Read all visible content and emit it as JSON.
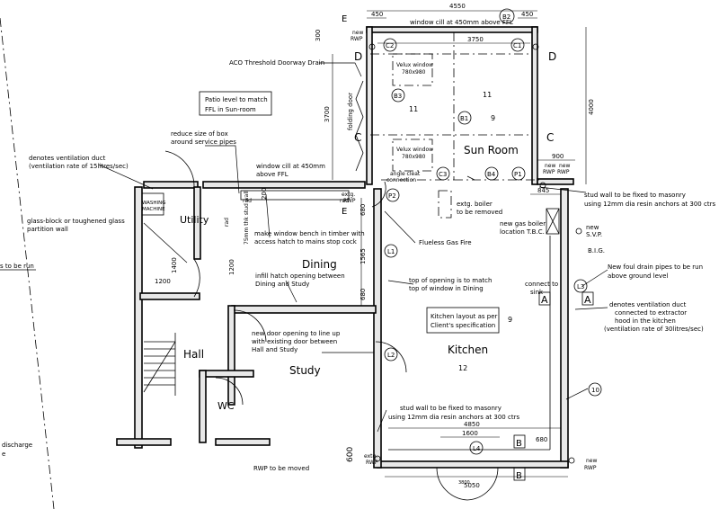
{
  "rooms": {
    "sun_room": "Sun Room",
    "utility": "Utility",
    "dining": "Dining",
    "hall": "Hall",
    "study": "Study",
    "wc": "WC",
    "kitchen": "Kitchen"
  },
  "notes": {
    "window_cill_top": "window cill at 450mm above FFL",
    "aco_drain": "ACO Threshold Doorway Drain",
    "patio_level_1": "Patio level to match",
    "patio_level_2": "FFL in Sun-room",
    "reduce_box_1": "reduce size of box",
    "reduce_box_2": "around service pipes",
    "vent_duct_1": "denotes ventilation duct",
    "vent_duct_2": "(ventilation rate of 15litres/sec)",
    "window_cill_left_1": "window cill at 450mm",
    "window_cill_left_2": "above FFL",
    "glass_block_1": "glass-block or toughened glass",
    "glass_block_2": "partition wall",
    "window_bench_1": "make window bench in timber with",
    "window_bench_2": "access hatch to mains stop cock",
    "infill_hatch_1": "infill hatch opening between",
    "infill_hatch_2": "Dining and Study",
    "new_door_1": "new door opening to line up",
    "new_door_2": "with existing door between",
    "new_door_3": "Hall and Study",
    "flueless": "Flueless Gas Fire",
    "top_opening_1": "top of opening is to match",
    "top_opening_2": "top of window in Dining",
    "kitchen_layout_1": "Kitchen layout as per",
    "kitchen_layout_2": "Client's specification",
    "stud_wall_bottom_1": "stud wall to be fixed to masonry",
    "stud_wall_bottom_2": "using 12mm dia resin anchors at 300 ctrs",
    "stud_wall_right_1": "stud wall to be fixed to masonry",
    "stud_wall_right_2": "using 12mm dia resin anchors at 300 ctrs",
    "new_foul_1": "New foul drain pipes to be run",
    "new_foul_2": "above ground level",
    "vent_30_1": "denotes ventilation duct",
    "vent_30_2": "connected to extractor",
    "vent_30_3": "hood in the kitchen",
    "vent_30_4": "(ventilation rate of 30litres/sec)",
    "extg_boiler_1": "extg. boiler",
    "extg_boiler_2": "to be removed",
    "new_gas_boiler_1": "new gas boiler",
    "new_gas_boiler_2": "location T.B.C.",
    "rwp_moved": "RWP to be moved",
    "connect_sink_1": "connect to",
    "connect_sink_2": "sink",
    "new_svp_1": "new",
    "new_svp_2": "S.V.P.",
    "big": "B.I.G.",
    "velux_1a": "Velux window",
    "velux_1b": "780x980",
    "velux_2a": "Velux window",
    "velux_2b": "780x980",
    "folding_door": "folding door",
    "angle_cleat_1": "angle cleat",
    "angle_cleat_2": "connection",
    "washing_1": "WASHING",
    "washing_2": "MACHINE",
    "stud_wall_75": "75mm thk stud wall",
    "rad_1": "rad",
    "rad_2": "rad",
    "rad_3": "rad",
    "new_rwp_1a": "new",
    "new_rwp_1b": "RWP",
    "new_rwp_2a": "new",
    "new_rwp_2b": "RWP",
    "new_rwp_3a": "new",
    "new_rwp_3b": "RWP",
    "new_rwp_4a": "new",
    "new_rwp_4b": "RWP",
    "extg_rwp_1a": "extg.",
    "extg_rwp_1b": "RWP",
    "extg_rwp_2a": "extg.",
    "extg_rwp_2b": "RWP",
    "left_run": "s to be run",
    "left_discharge": "discharge",
    "left_fragment": "e"
  },
  "dimensions": {
    "d4550": "4550",
    "d450_left": "450",
    "d450_right": "450",
    "d300": "300",
    "d3750": "3750",
    "d4000": "4000",
    "d3700": "3700",
    "d900": "900",
    "d845": "845",
    "d680_top": "680",
    "d1565": "1565",
    "d680_mid": "680",
    "d1400": "1400",
    "d1200_a": "1200",
    "d1200_b": "1200",
    "d200": "200",
    "d4850": "4850",
    "d1600": "1600",
    "d680_bot": "680",
    "d5050": "5050",
    "d600": "600",
    "d3800": "3800"
  },
  "tags": {
    "B2": "B2",
    "C2": "C2",
    "C1": "C1",
    "B3": "B3",
    "B1": "B1",
    "C3": "C3",
    "B4": "B4",
    "P1": "P1",
    "P2": "P2",
    "L1": "L1",
    "L2": "L2",
    "L3": "L3",
    "L4": "L4",
    "n11a": "11",
    "n11b": "11",
    "n9a": "9",
    "n9b": "9",
    "n12": "12",
    "n10": "10"
  },
  "section_marks": {
    "D": "D",
    "C": "C",
    "E": "E",
    "A": "A",
    "B": "B"
  }
}
